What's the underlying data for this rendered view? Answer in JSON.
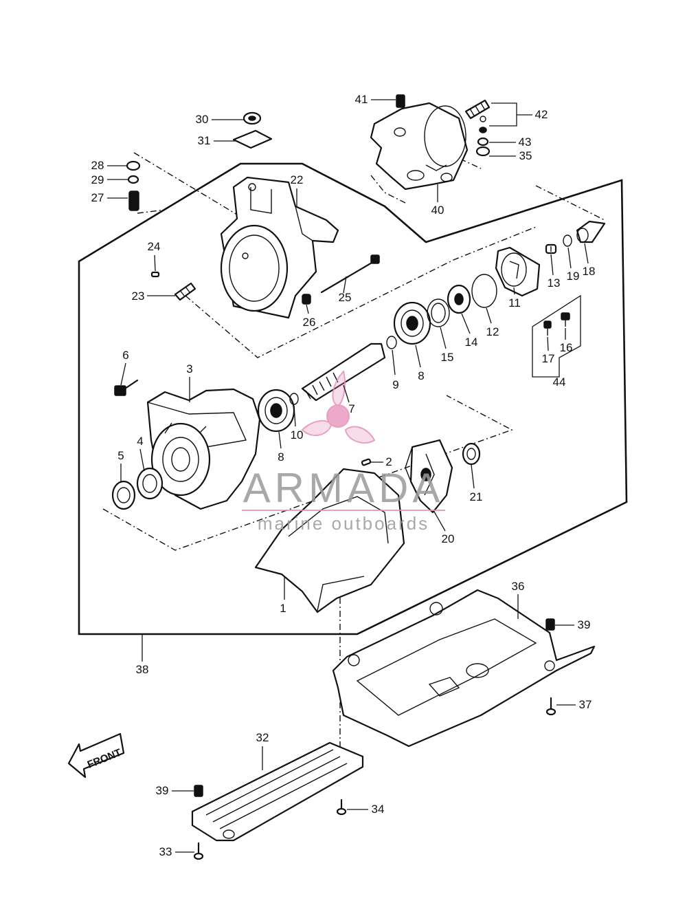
{
  "callouts": [
    {
      "id": "1",
      "text": "1"
    },
    {
      "id": "2",
      "text": "2"
    },
    {
      "id": "3",
      "text": "3"
    },
    {
      "id": "4",
      "text": "4"
    },
    {
      "id": "5",
      "text": "5"
    },
    {
      "id": "6",
      "text": "6"
    },
    {
      "id": "7",
      "text": "7"
    },
    {
      "id": "8a",
      "text": "8"
    },
    {
      "id": "8b",
      "text": "8"
    },
    {
      "id": "9",
      "text": "9"
    },
    {
      "id": "10",
      "text": "10"
    },
    {
      "id": "11",
      "text": "11"
    },
    {
      "id": "12",
      "text": "12"
    },
    {
      "id": "13",
      "text": "13"
    },
    {
      "id": "14",
      "text": "14"
    },
    {
      "id": "15",
      "text": "15"
    },
    {
      "id": "16",
      "text": "16"
    },
    {
      "id": "17",
      "text": "17"
    },
    {
      "id": "18",
      "text": "18"
    },
    {
      "id": "19",
      "text": "19"
    },
    {
      "id": "20",
      "text": "20"
    },
    {
      "id": "21",
      "text": "21"
    },
    {
      "id": "22",
      "text": "22"
    },
    {
      "id": "23",
      "text": "23"
    },
    {
      "id": "24",
      "text": "24"
    },
    {
      "id": "25",
      "text": "25"
    },
    {
      "id": "26",
      "text": "26"
    },
    {
      "id": "27",
      "text": "27"
    },
    {
      "id": "28",
      "text": "28"
    },
    {
      "id": "29",
      "text": "29"
    },
    {
      "id": "30",
      "text": "30"
    },
    {
      "id": "31",
      "text": "31"
    },
    {
      "id": "32",
      "text": "32"
    },
    {
      "id": "33",
      "text": "33"
    },
    {
      "id": "34",
      "text": "34"
    },
    {
      "id": "35",
      "text": "35"
    },
    {
      "id": "36",
      "text": "36"
    },
    {
      "id": "37",
      "text": "37"
    },
    {
      "id": "38",
      "text": "38"
    },
    {
      "id": "39a",
      "text": "39"
    },
    {
      "id": "39b",
      "text": "39"
    },
    {
      "id": "40",
      "text": "40"
    },
    {
      "id": "41",
      "text": "41"
    },
    {
      "id": "42",
      "text": "42"
    },
    {
      "id": "43",
      "text": "43"
    },
    {
      "id": "44",
      "text": "44"
    }
  ],
  "front_arrow": {
    "text": "FRONT"
  },
  "watermark": {
    "brand": "ARMADA",
    "tagline": "marine outboards",
    "accent_color": "#e58fb8",
    "text_color": "#9a9a9a"
  }
}
